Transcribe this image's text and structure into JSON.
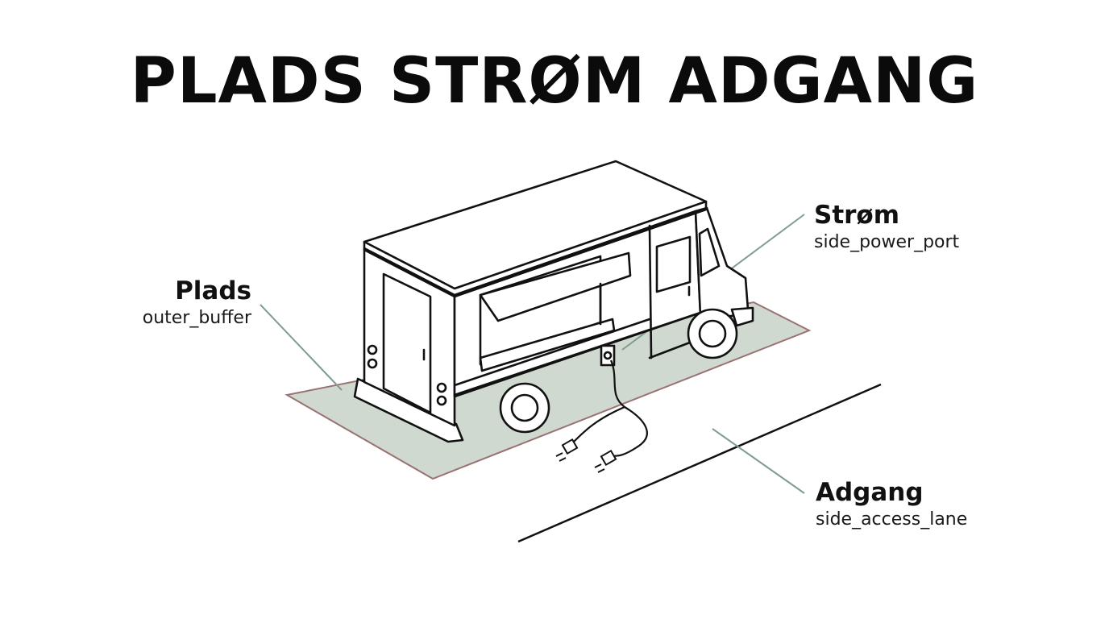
{
  "title": "PLADS STRØM ADGANG",
  "labels": {
    "plads": {
      "heading": "Plads",
      "sub": "outer_buffer"
    },
    "strom": {
      "heading": "Strøm",
      "sub": "side_power_port"
    },
    "adgang": {
      "heading": "Adgang",
      "sub": "side_access_lane"
    }
  },
  "colors": {
    "pad_fill": "#cfd9d0",
    "pad_border": "#9a7272",
    "leader_line": "#7f9c91",
    "ink": "#111111"
  }
}
